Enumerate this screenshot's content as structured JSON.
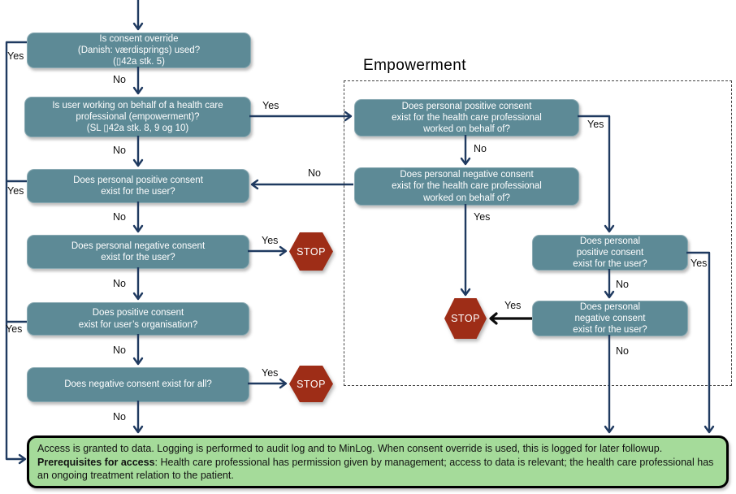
{
  "empowerment_title": "Empowerment",
  "nodes": {
    "consent_override": {
      "text": "Is consent override\n(Danish: værdisprings) used?\n(▯42a stk. 5)"
    },
    "behalf_question": {
      "text": "Is user working on behalf of a health care\nprofessional (empowerment)?\n(SL ▯42a stk. 8, 9 og 10)"
    },
    "personal_positive_user": {
      "text": "Does personal positive consent\nexist for the user?"
    },
    "personal_negative_user": {
      "text": "Does personal negative consent\nexist for the user?"
    },
    "positive_org": {
      "text": "Does positive consent\nexist for user’s organisation?"
    },
    "negative_all": {
      "text": "Does negative consent exist for all?"
    },
    "emp_positive_hcp": {
      "text": "Does personal positive consent\nexist for the health care professional\nworked on behalf of?"
    },
    "emp_negative_hcp": {
      "text": "Does personal negative consent\nexist for the health care professional\nworked on behalf of?"
    },
    "emp_positive_user": {
      "text": "Does personal\npositive consent\nexist for the user?"
    },
    "emp_negative_user": {
      "text": "Does personal\nnegative consent\nexist for the user?"
    }
  },
  "stops": {
    "label": "STOP"
  },
  "labels": {
    "yes": "Yes",
    "no": "No"
  },
  "footer": {
    "line1": "Access is granted to data. Logging is performed to audit log and to MinLog. When consent override is used, this is logged for later followup.",
    "bold": "Prerequisites for access",
    "rest": ": Health care professional has permission given by management; access to data is relevant; the health care professional has an ongoing treatment relation to the patient."
  },
  "colors": {
    "node_fill": "#5d8a96",
    "arrow": "#1f3a60",
    "stop_fill": "#9e2d17",
    "footer_fill": "#a5db9a",
    "footer_border": "#000000"
  }
}
